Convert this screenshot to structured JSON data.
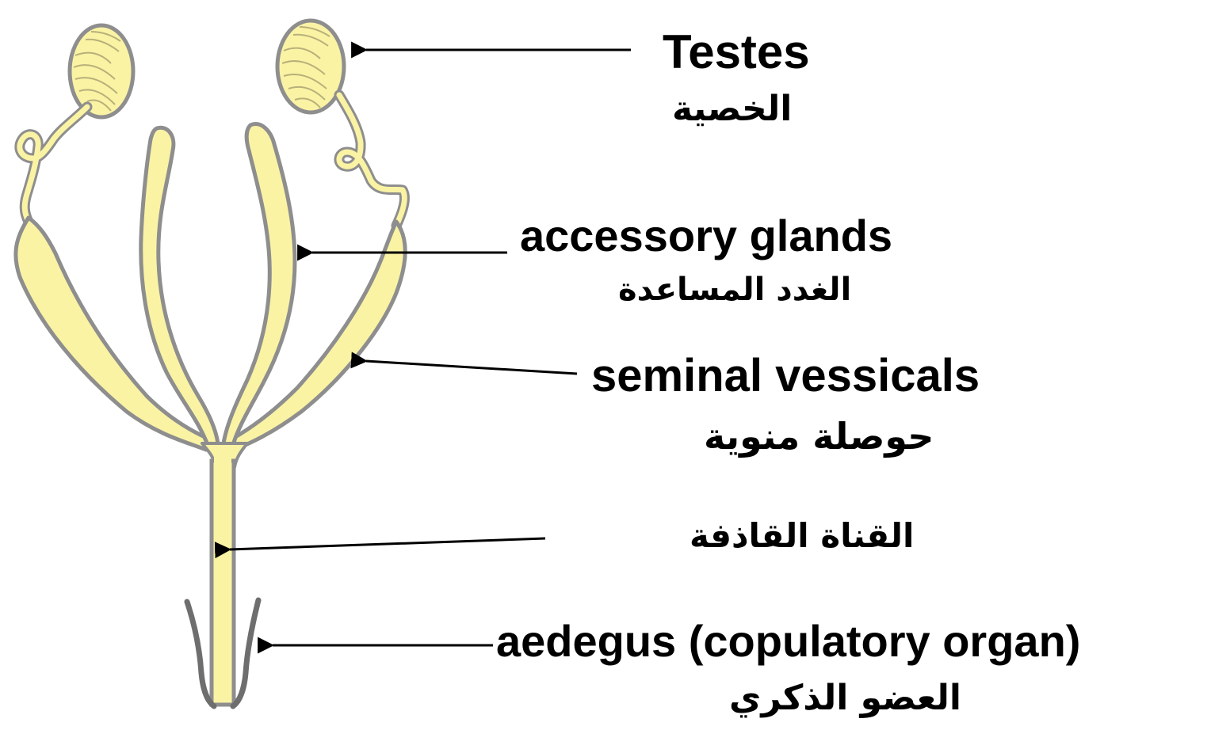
{
  "colors": {
    "organ_fill": "#FAF3A4",
    "organ_outline": "#8E8E8E",
    "arrow": "#000000",
    "text": "#000000"
  },
  "labels": {
    "testes_en": "Testes",
    "testes_ar": "الخصية",
    "accessory_en": "accessory glands",
    "accessory_ar": "الغدد المساعدة",
    "seminal_en": "seminal vessicals",
    "seminal_ar": "حوصلة منوية",
    "ejaculatory_ar": "القناة القاذفة",
    "aedeagus_en": "aedegus (copulatory organ)",
    "aedeagus_ar": "العضو الذكري"
  }
}
